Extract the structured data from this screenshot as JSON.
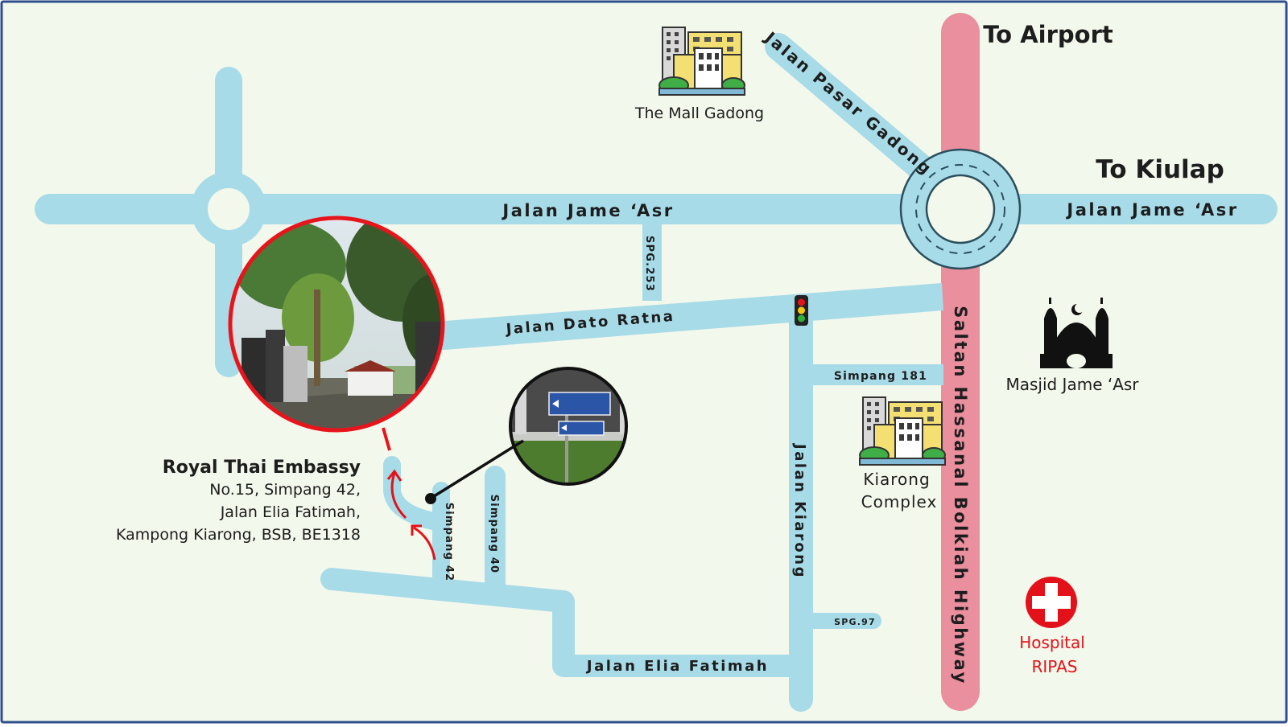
{
  "colors": {
    "background": "#f3f8ec",
    "frame": "#2f4f8a",
    "road": "#a8dbe8",
    "highway": "#e98f9e",
    "embassy_ring": "#e8141c",
    "hospital_red": "#e3121a",
    "route_arrow": "#e3121a"
  },
  "directions": {
    "to_airport": "To Airport",
    "to_kiulap": "To Kiulap"
  },
  "roads": {
    "jame_asr_west": "Jalan Jame ‘Asr",
    "jame_asr_east": "Jalan Jame ‘Asr",
    "pasar_gadong": "Jalan Pasar Gadong",
    "spg_253": "SPG.253",
    "dato_ratna": "Jalan Dato Ratna",
    "simpang_181": "Simpang 181",
    "kiarong": "Jalan Kiarong",
    "highway": "Saltan Hassanal Bolkiah Highway",
    "spg_97": "SPG.97",
    "simpang_42": "Simpang 42",
    "simpang_40": "Simpang 40",
    "elia_fatimah": "Jalan Elia Fatimah"
  },
  "places": {
    "mall": "The Mall Gadong",
    "kiarong_line1": "Kiarong",
    "kiarong_line2": "Complex",
    "masjid": "Masjid  Jame ‘Asr",
    "hospital_line1": "Hospital",
    "hospital_line2": "RIPAS"
  },
  "embassy": {
    "name": "Royal Thai Embassy",
    "address_line1": "No.15, Simpang 42,",
    "address_line2": "Jalan Elia Fatimah,",
    "address_line3": "Kampong Kiarong, BSB, BE1318"
  },
  "icons": {
    "mall": "building-icon",
    "kiarong": "building-icon",
    "masjid": "mosque-icon",
    "hospital": "hospital-cross-icon",
    "traffic_light": "traffic-light-icon",
    "embassy_photo": "embassy-gate-photo",
    "sign_photo": "road-sign-photo"
  }
}
